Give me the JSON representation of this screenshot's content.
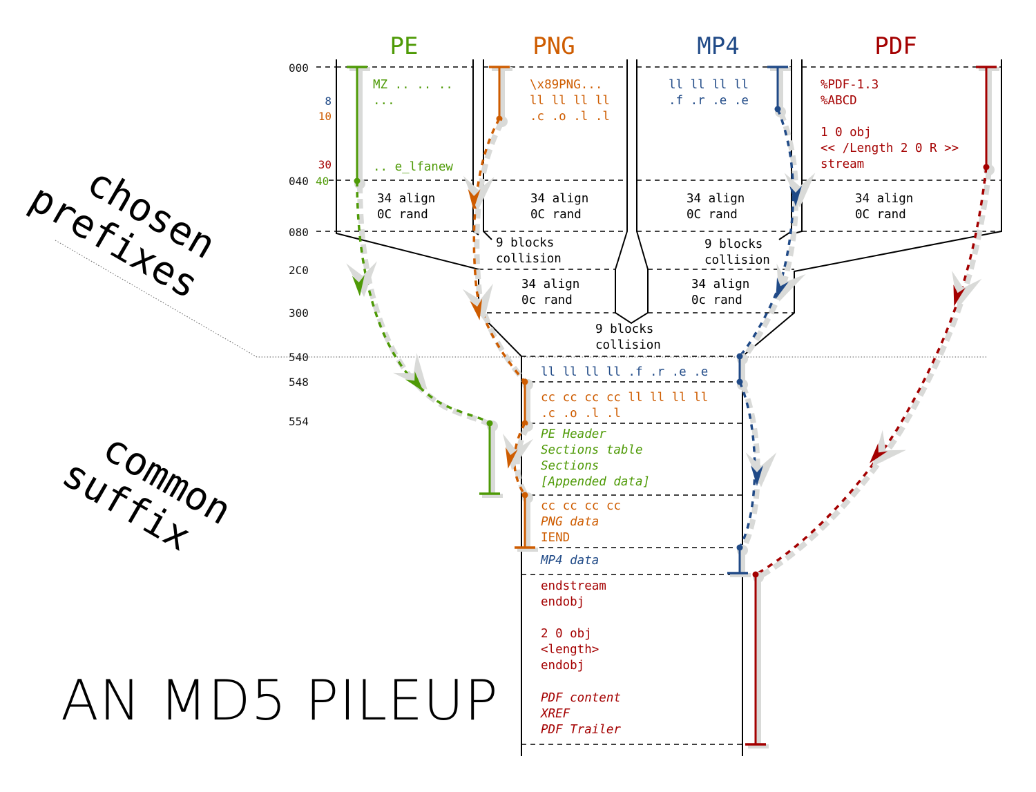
{
  "title": "AN MD5 PILEUP",
  "section_labels": {
    "prefixes_line1": "chosen",
    "prefixes_line2": "prefixes",
    "suffix_line1": "common",
    "suffix_line2": "suffix"
  },
  "colors": {
    "pe": "#4e9a06",
    "png": "#ce5c00",
    "mp4": "#204a87",
    "pdf": "#a40000",
    "shadow": "#d9dad8",
    "line": "#000000"
  },
  "formats": [
    {
      "id": "pe",
      "label": "PE"
    },
    {
      "id": "png",
      "label": "PNG"
    },
    {
      "id": "mp4",
      "label": "MP4"
    },
    {
      "id": "pdf",
      "label": "PDF"
    }
  ],
  "offsets": {
    "o000": "000",
    "o8": "8",
    "o10": "10",
    "o30": "30",
    "o040": "040",
    "o40": "40",
    "o080": "080",
    "o2c0": "2C0",
    "o300": "300",
    "o540": "540",
    "o548": "548",
    "o554": "554"
  },
  "prefix_cells": {
    "pe": [
      "MZ .. .. ..",
      "...",
      ".. e_lfanew"
    ],
    "png": [
      "\\x89PNG...",
      "ll ll ll ll",
      ".c .o .l .l"
    ],
    "mp4": [
      "ll ll ll ll",
      ".f .r .e .e"
    ],
    "pdf": [
      "%PDF-1.3",
      "%ABCD",
      "1 0 obj",
      "<< /Length 2 0 R >>",
      "stream"
    ]
  },
  "blocks": {
    "align_upper": "34 align",
    "rand_upper": "0C rand",
    "align_lower": "34 align",
    "rand_lower": "0c rand",
    "collision_1": "9 blocks",
    "collision_2": "collision"
  },
  "suffix": {
    "mp4_free": "ll ll ll ll .f .r .e .e",
    "png_coll_1": "cc cc cc cc ll ll ll ll",
    "png_coll_2": ".c .o .l .l",
    "pe_1": "PE Header",
    "pe_2": "Sections table",
    "pe_3": "Sections",
    "pe_4": "[Appended data]",
    "png_1": "cc cc cc cc",
    "png_2": "PNG data",
    "png_3": "IEND",
    "mp4_1": "MP4 data",
    "pdf_1": "endstream",
    "pdf_2": "endobj",
    "pdf_3": "2 0 obj",
    "pdf_4": "<length>",
    "pdf_5": "endobj",
    "pdf_6": "PDF content",
    "pdf_7": "XREF",
    "pdf_8": "PDF Trailer"
  }
}
